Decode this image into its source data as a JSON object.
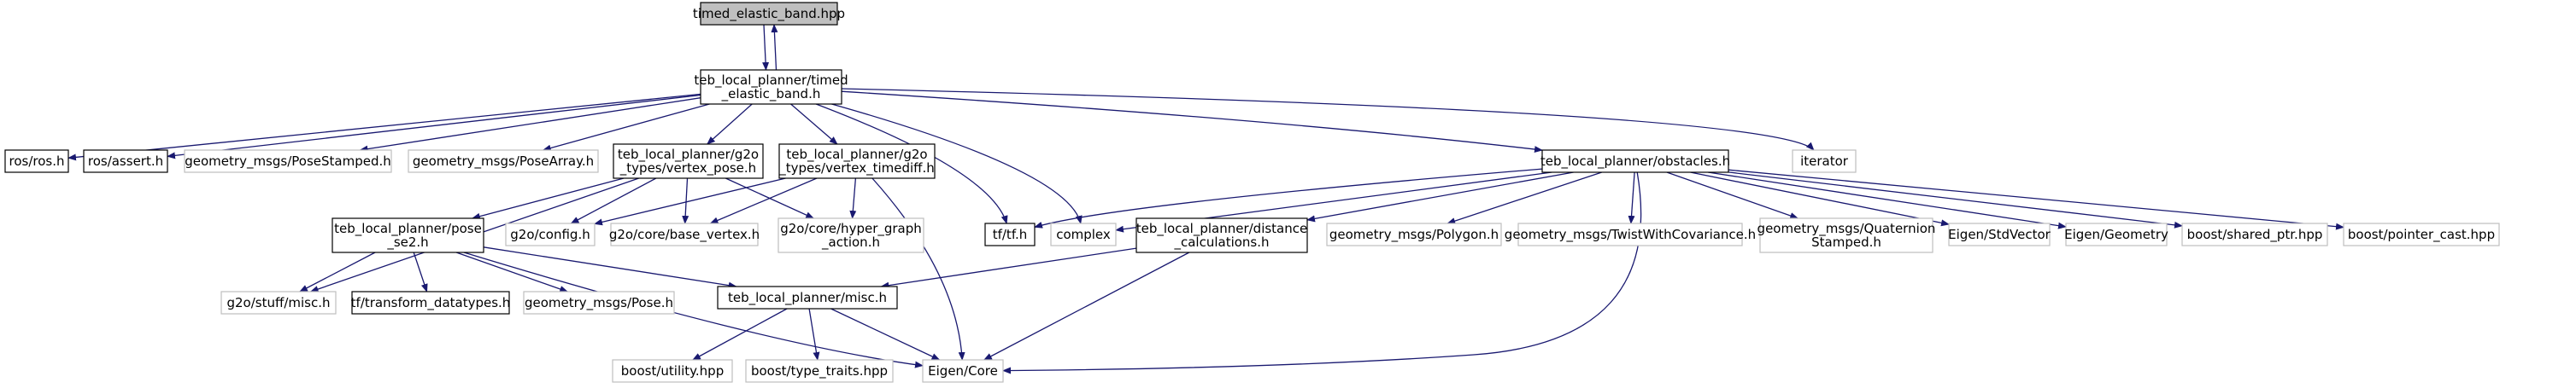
{
  "graph": {
    "colors": {
      "edge": "#191970",
      "focus_fill": "#bfbfbf",
      "focus_border": "#000000",
      "local_border": "#000000",
      "external_border": "#bfbfbf",
      "text": "#000000"
    },
    "nodes": [
      {
        "id": "timed_elastic_band_hpp",
        "kind": "focus",
        "lines": [
          "timed_elastic_band.hpp"
        ]
      },
      {
        "id": "timed_elastic_band_h",
        "kind": "local",
        "lines": [
          "teb_local_planner/timed",
          "_elastic_band.h"
        ]
      },
      {
        "id": "ros_ros_h",
        "kind": "local",
        "lines": [
          "ros/ros.h"
        ]
      },
      {
        "id": "ros_assert_h",
        "kind": "local",
        "lines": [
          "ros/assert.h"
        ]
      },
      {
        "id": "pose_stamped_h",
        "kind": "external",
        "lines": [
          "geometry_msgs/PoseStamped.h"
        ]
      },
      {
        "id": "pose_array_h",
        "kind": "external",
        "lines": [
          "geometry_msgs/PoseArray.h"
        ]
      },
      {
        "id": "vertex_pose_h",
        "kind": "local",
        "lines": [
          "teb_local_planner/g2o",
          "_types/vertex_pose.h"
        ]
      },
      {
        "id": "vertex_timediff_h",
        "kind": "local",
        "lines": [
          "teb_local_planner/g2o",
          "_types/vertex_timediff.h"
        ]
      },
      {
        "id": "obstacles_h",
        "kind": "local",
        "lines": [
          "teb_local_planner/obstacles.h"
        ]
      },
      {
        "id": "iterator",
        "kind": "external",
        "lines": [
          "iterator"
        ]
      },
      {
        "id": "pose_se2_h",
        "kind": "local",
        "lines": [
          "teb_local_planner/pose",
          "_se2.h"
        ]
      },
      {
        "id": "g2o_config_h",
        "kind": "external",
        "lines": [
          "g2o/config.h"
        ]
      },
      {
        "id": "g2o_base_vertex_h",
        "kind": "external",
        "lines": [
          "g2o/core/base_vertex.h"
        ]
      },
      {
        "id": "g2o_hyper_graph_action_h",
        "kind": "external",
        "lines": [
          "g2o/core/hyper_graph",
          "_action.h"
        ]
      },
      {
        "id": "tf_tf_h",
        "kind": "local",
        "lines": [
          "tf/tf.h"
        ]
      },
      {
        "id": "complex",
        "kind": "external",
        "lines": [
          "complex"
        ]
      },
      {
        "id": "distance_calculations_h",
        "kind": "local",
        "lines": [
          "teb_local_planner/distance",
          "_calculations.h"
        ]
      },
      {
        "id": "polygon_h",
        "kind": "external",
        "lines": [
          "geometry_msgs/Polygon.h"
        ]
      },
      {
        "id": "twist_with_covariance_h",
        "kind": "external",
        "lines": [
          "geometry_msgs/TwistWithCovariance.h"
        ]
      },
      {
        "id": "quaternion_stamped_h",
        "kind": "external",
        "lines": [
          "geometry_msgs/Quaternion",
          "Stamped.h"
        ]
      },
      {
        "id": "eigen_stdvector",
        "kind": "external",
        "lines": [
          "Eigen/StdVector"
        ]
      },
      {
        "id": "eigen_geometry",
        "kind": "external",
        "lines": [
          "Eigen/Geometry"
        ]
      },
      {
        "id": "boost_shared_ptr_hpp",
        "kind": "external",
        "lines": [
          "boost/shared_ptr.hpp"
        ]
      },
      {
        "id": "boost_pointer_cast_hpp",
        "kind": "external",
        "lines": [
          "boost/pointer_cast.hpp"
        ]
      },
      {
        "id": "g2o_stuff_misc_h",
        "kind": "external",
        "lines": [
          "g2o/stuff/misc.h"
        ]
      },
      {
        "id": "tf_transform_datatypes_h",
        "kind": "local",
        "lines": [
          "tf/transform_datatypes.h"
        ]
      },
      {
        "id": "geometry_msgs_pose_h",
        "kind": "external",
        "lines": [
          "geometry_msgs/Pose.h"
        ]
      },
      {
        "id": "misc_h",
        "kind": "local",
        "lines": [
          "teb_local_planner/misc.h"
        ]
      },
      {
        "id": "boost_utility_hpp",
        "kind": "external",
        "lines": [
          "boost/utility.hpp"
        ]
      },
      {
        "id": "boost_type_traits_hpp",
        "kind": "external",
        "lines": [
          "boost/type_traits.hpp"
        ]
      },
      {
        "id": "eigen_core",
        "kind": "external",
        "lines": [
          "Eigen/Core"
        ]
      }
    ],
    "edges": [
      {
        "from": "timed_elastic_band_hpp",
        "to": "timed_elastic_band_h"
      },
      {
        "from": "timed_elastic_band_h",
        "to": "timed_elastic_band_hpp"
      },
      {
        "from": "timed_elastic_band_h",
        "to": "ros_ros_h"
      },
      {
        "from": "timed_elastic_band_h",
        "to": "ros_assert_h"
      },
      {
        "from": "timed_elastic_band_h",
        "to": "pose_stamped_h"
      },
      {
        "from": "timed_elastic_band_h",
        "to": "pose_array_h"
      },
      {
        "from": "timed_elastic_band_h",
        "to": "vertex_pose_h"
      },
      {
        "from": "timed_elastic_band_h",
        "to": "vertex_timediff_h"
      },
      {
        "from": "timed_elastic_band_h",
        "to": "obstacles_h"
      },
      {
        "from": "timed_elastic_band_h",
        "to": "iterator"
      },
      {
        "from": "timed_elastic_band_h",
        "to": "tf_tf_h"
      },
      {
        "from": "timed_elastic_band_h",
        "to": "complex"
      },
      {
        "from": "vertex_pose_h",
        "to": "pose_se2_h"
      },
      {
        "from": "vertex_pose_h",
        "to": "g2o_config_h"
      },
      {
        "from": "vertex_pose_h",
        "to": "g2o_base_vertex_h"
      },
      {
        "from": "vertex_pose_h",
        "to": "g2o_hyper_graph_action_h"
      },
      {
        "from": "vertex_pose_h",
        "to": "g2o_stuff_misc_h"
      },
      {
        "from": "vertex_timediff_h",
        "to": "g2o_config_h"
      },
      {
        "from": "vertex_timediff_h",
        "to": "g2o_base_vertex_h"
      },
      {
        "from": "vertex_timediff_h",
        "to": "g2o_hyper_graph_action_h"
      },
      {
        "from": "vertex_timediff_h",
        "to": "eigen_core"
      },
      {
        "from": "pose_se2_h",
        "to": "g2o_stuff_misc_h"
      },
      {
        "from": "pose_se2_h",
        "to": "tf_transform_datatypes_h"
      },
      {
        "from": "pose_se2_h",
        "to": "geometry_msgs_pose_h"
      },
      {
        "from": "pose_se2_h",
        "to": "misc_h"
      },
      {
        "from": "pose_se2_h",
        "to": "eigen_core"
      },
      {
        "from": "obstacles_h",
        "to": "tf_tf_h"
      },
      {
        "from": "obstacles_h",
        "to": "complex"
      },
      {
        "from": "obstacles_h",
        "to": "distance_calculations_h"
      },
      {
        "from": "obstacles_h",
        "to": "polygon_h"
      },
      {
        "from": "obstacles_h",
        "to": "twist_with_covariance_h"
      },
      {
        "from": "obstacles_h",
        "to": "quaternion_stamped_h"
      },
      {
        "from": "obstacles_h",
        "to": "eigen_stdvector"
      },
      {
        "from": "obstacles_h",
        "to": "eigen_geometry"
      },
      {
        "from": "obstacles_h",
        "to": "boost_shared_ptr_hpp"
      },
      {
        "from": "obstacles_h",
        "to": "boost_pointer_cast_hpp"
      },
      {
        "from": "obstacles_h",
        "to": "eigen_core"
      },
      {
        "from": "distance_calculations_h",
        "to": "misc_h"
      },
      {
        "from": "distance_calculations_h",
        "to": "eigen_core"
      },
      {
        "from": "misc_h",
        "to": "boost_utility_hpp"
      },
      {
        "from": "misc_h",
        "to": "boost_type_traits_hpp"
      },
      {
        "from": "misc_h",
        "to": "eigen_core"
      }
    ]
  }
}
